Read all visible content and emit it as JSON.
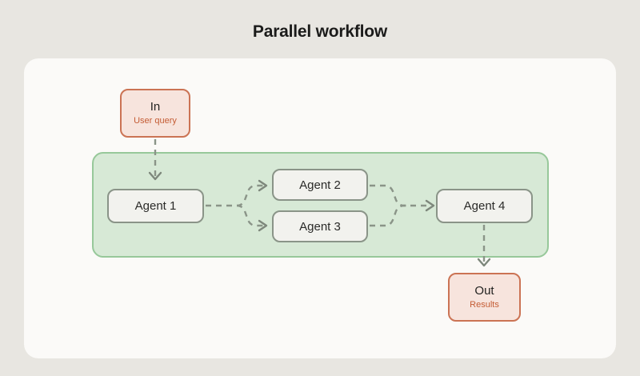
{
  "header": {
    "title": "Parallel workflow"
  },
  "colors": {
    "page_background": "#e8e6e1",
    "panel_background": "#fbfaf8",
    "group_fill": "#d7e9d6",
    "group_border": "#97c89a",
    "agent_fill": "#f2f2ee",
    "agent_border": "#8a9488",
    "io_fill": "#f7e4dd",
    "io_border": "#cb7354",
    "io_subtext": "#c45c34",
    "connector": "#8a9488",
    "title_text": "#1b1b1a"
  },
  "diagram": {
    "type": "flowchart",
    "group_label": "",
    "nodes": [
      {
        "id": "in",
        "kind": "io",
        "title": "In",
        "subtitle": "User query"
      },
      {
        "id": "agent1",
        "kind": "agent",
        "title": "Agent 1",
        "subtitle": ""
      },
      {
        "id": "agent2",
        "kind": "agent",
        "title": "Agent 2",
        "subtitle": ""
      },
      {
        "id": "agent3",
        "kind": "agent",
        "title": "Agent 3",
        "subtitle": ""
      },
      {
        "id": "agent4",
        "kind": "agent",
        "title": "Agent 4",
        "subtitle": ""
      },
      {
        "id": "out",
        "kind": "io",
        "title": "Out",
        "subtitle": "Results"
      }
    ],
    "edges": [
      {
        "from": "in",
        "to": "agent1",
        "style": "dashed",
        "arrow": true
      },
      {
        "from": "agent1",
        "to": "agent2",
        "style": "dashed",
        "arrow": true
      },
      {
        "from": "agent1",
        "to": "agent3",
        "style": "dashed",
        "arrow": true
      },
      {
        "from": "agent2",
        "to": "agent4",
        "style": "dashed",
        "arrow": true
      },
      {
        "from": "agent3",
        "to": "agent4",
        "style": "dashed",
        "arrow": true
      },
      {
        "from": "agent4",
        "to": "out",
        "style": "dashed",
        "arrow": true
      }
    ]
  }
}
